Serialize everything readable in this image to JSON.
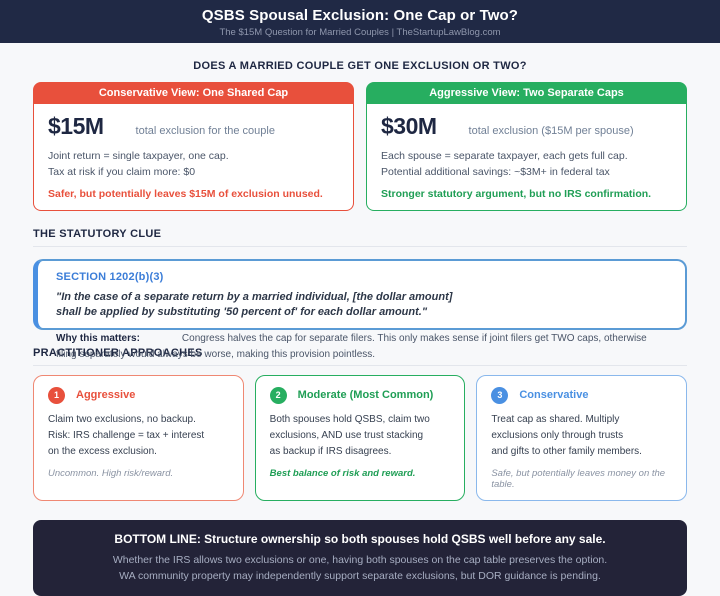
{
  "header": {
    "title": "QSBS Spousal Exclusion: One Cap or Two?",
    "subtitle": "The $15M Question for Married Couples | TheStartupLawBlog.com"
  },
  "question": "DOES A MARRIED COUPLE GET ONE EXCLUSION OR TWO?",
  "views": {
    "conservative": {
      "header": "Conservative View: One Shared Cap",
      "amount": "$15M",
      "amount_label": "total exclusion for the couple",
      "line1": "Joint return = single taxpayer, one cap.",
      "line2": "Tax at risk if you claim more: $0",
      "verdict": "Safer, but potentially leaves $15M of exclusion unused."
    },
    "aggressive": {
      "header": "Aggressive View: Two Separate Caps",
      "amount": "$30M",
      "amount_label": "total exclusion ($15M per spouse)",
      "line1": "Each spouse = separate taxpayer, each gets full cap.",
      "line2": "Potential additional savings: ~$3M+ in federal tax",
      "verdict": "Stronger statutory argument, but no IRS confirmation."
    }
  },
  "statutory": {
    "heading": "THE STATUTORY CLUE",
    "section_label": "SECTION 1202(b)(3)",
    "quote_line1": "\"In the case of a separate return by a married individual, [the dollar amount]",
    "quote_line2": "shall be applied by substituting '50 percent of' for each dollar amount.\"",
    "why_label": "Why this matters:",
    "why_text": "Congress halves the cap for separate filers. This only makes sense if joint filers get TWO caps, otherwise filing separately would always be worse, making this provision pointless."
  },
  "approaches": {
    "heading": "PRACTITIONER APPROACHES",
    "items": [
      {
        "number": "1",
        "title": "Aggressive",
        "lines": [
          "Claim two exclusions, no backup.",
          "Risk: IRS challenge = tax + interest",
          "on the excess exclusion."
        ],
        "note": "Uncommon. High risk/reward."
      },
      {
        "number": "2",
        "title": "Moderate (Most Common)",
        "lines": [
          "Both spouses hold QSBS, claim two",
          "exclusions, AND use trust stacking",
          "as backup if IRS disagrees."
        ],
        "note": "Best balance of risk and reward."
      },
      {
        "number": "3",
        "title": "Conservative",
        "lines": [
          "Treat cap as shared. Multiply",
          "exclusions only through trusts",
          "and gifts to other family members."
        ],
        "note": "Safe, but potentially leaves money on the table."
      }
    ]
  },
  "bottom": {
    "headline": "BOTTOM LINE: Structure ownership so both spouses hold QSBS well before any sale.",
    "line1": "Whether the IRS allows two exclusions or one, having both spouses on the cap table preserves the option.",
    "line2": "WA community property may independently support separate exclusions, but DOR guidance is pending."
  },
  "colors": {
    "banner_bg": "#202945",
    "footer_bg": "#232338",
    "conservative_red": "#e8503c",
    "aggressive_green": "#27ae60",
    "statute_blue": "#4a90e2",
    "page_bg": "#f7f8fa"
  }
}
